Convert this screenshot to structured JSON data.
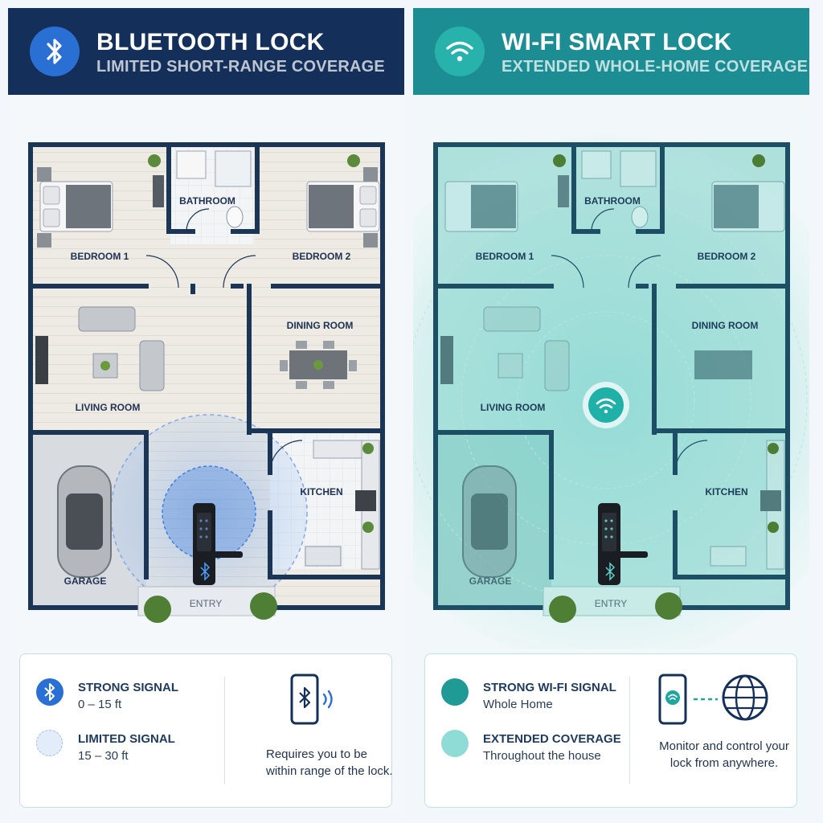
{
  "left": {
    "title": "BLUETOOTH LOCK",
    "subtitle": "LIMITED SHORT-RANGE COVERAGE",
    "icon": "bluetooth-icon",
    "rooms": {
      "bathroom": "BATHROOM",
      "bedroom1": "BEDROOM 1",
      "bedroom2": "BEDROOM 2",
      "dining": "DINING ROOM",
      "living": "LIVING ROOM",
      "kitchen": "KITCHEN",
      "garage": "GARAGE",
      "entry": "ENTRY"
    },
    "legend": {
      "item1_title": "STRONG SIGNAL",
      "item1_value": "0 – 15 ft",
      "item2_title": "LIMITED SIGNAL",
      "item2_value": "15 – 30 ft",
      "note": "Requires you to be within range of the lock."
    }
  },
  "right": {
    "title": "WI-FI SMART LOCK",
    "subtitle": "EXTENDED WHOLE-HOME COVERAGE",
    "icon": "wifi-icon",
    "rooms": {
      "bathroom": "BATHROOM",
      "bedroom1": "BEDROOM 1",
      "bedroom2": "BEDROOM 2",
      "dining": "DINING ROOM",
      "living": "LIVING ROOM",
      "kitchen": "KITCHEN",
      "garage": "GARAGE",
      "entry": "ENTRY"
    },
    "legend": {
      "item1_title": "STRONG WI-FI SIGNAL",
      "item1_value": "Whole Home",
      "item2_title": "EXTENDED COVERAGE",
      "item2_value": "Throughout the house",
      "note": "Monitor and control your lock from anywhere."
    }
  },
  "colors": {
    "bluetooth_header": "#14305a",
    "wifi_header": "#1c8d93",
    "bluetooth_signal": "#2f6fd6",
    "wifi_signal": "#2aa7a5",
    "wall": "#1b3557"
  }
}
